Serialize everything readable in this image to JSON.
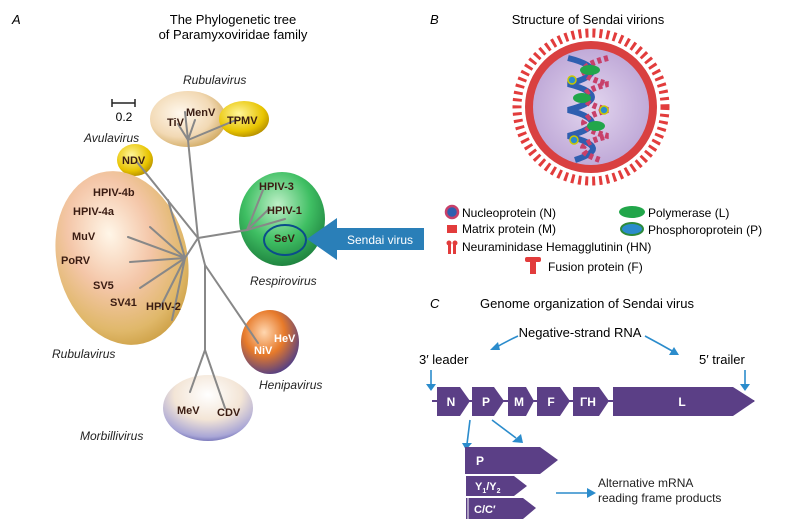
{
  "panel_a": {
    "letter": "A",
    "title_line1": "The  Phylogenetic tree",
    "title_line2": "of Paramyxoviridae family",
    "scale_label": "0.2",
    "genera": {
      "rubulavirus_top": "Rubulavirus",
      "avulavirus": "Avulavirus",
      "respirovirus": "Respirovirus",
      "rubulavirus_bottom": "Rubulavirus",
      "henipavirus": "Henipavirus",
      "morbillivirus": "Morbillivirus"
    },
    "viruses": {
      "tiv": "TiV",
      "menv": "MenV",
      "tpmv": "TPMV",
      "ndv": "NDV",
      "hpiv3": "HPIV-3",
      "hpiv1": "HPIV-1",
      "sev": "SeV",
      "hpiv4b": "HPIV-4b",
      "hpiv4a": "HPIV-4a",
      "muv": "MuV",
      "porv": "PoRV",
      "sv5": "SV5",
      "sv41": "SV41",
      "hpiv2": "HPIV-2",
      "hev": "HeV",
      "niv": "NiV",
      "mev": "MeV",
      "cdv": "CDV"
    },
    "callout": "Sendai virus"
  },
  "panel_b": {
    "letter": "B",
    "title": "Structure of Sendai virions",
    "legend": {
      "nucleoprotein": "Nucleoprotein (N)",
      "polymerase": "Polymerase (L)",
      "matrix": "Matrix protein (M)",
      "phosphoprotein": "Phosphoroprotein (P)",
      "hn": "Neuraminidase Hemagglutinin (HN)",
      "fusion": "Fusion protein (F)"
    }
  },
  "panel_c": {
    "letter": "C",
    "title": "Genome organization of Sendai virus",
    "neg_strand": "Negative-strand RNA",
    "leader": "3′ leader",
    "trailer": "5′ trailer",
    "genes": {
      "n": "N",
      "p": "P",
      "m": "M",
      "f": "F",
      "hn": "ΓH",
      "l": "L"
    },
    "products": {
      "p": "P",
      "y_base": "Y",
      "y_sub1": "1",
      "y_slash": "/Y",
      "y_sub2": "2",
      "cc": "C/C′"
    },
    "alt_line1": "Alternative mRNA",
    "alt_line2": "reading frame products"
  },
  "colors": {
    "gene_arrow": "#5b3f86",
    "callout_blue": "#2a7fb8",
    "pointer_blue": "#2b8ccc",
    "envelope_red": "#e23c3c",
    "interior_purple": "#c9b6dd",
    "green": "#22a64a"
  }
}
